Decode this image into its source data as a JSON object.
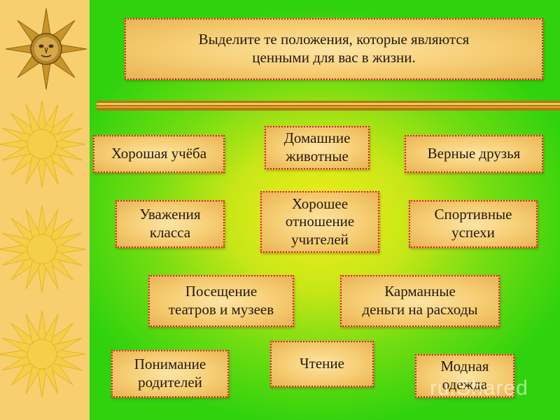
{
  "title": "Выделите те положения, которые являются\nценными для вас в жизни.",
  "items": [
    "Хорошая учёба",
    "Домашние\nживотные",
    "Верные друзья",
    "Уважения\nкласса",
    "Хорошее\nотношение\nучителей",
    "Спортивные\nуспехи",
    "Посещение\nтеатров и музеев",
    "Карманные\nденьги на расходы",
    "Понимание\nродителей",
    "Чтение",
    "Модная\nодежда"
  ],
  "watermark": "ru.Shared",
  "colors": {
    "sidebar": "#f7cf6e",
    "box_border": "#e0191e",
    "box_fill": "#f6cd73",
    "divider": "#c8820a",
    "bg_center": "#f2ef1a",
    "bg_edge": "#2fd20d"
  },
  "icons": [
    "sun-face-icon",
    "sun-icon"
  ]
}
